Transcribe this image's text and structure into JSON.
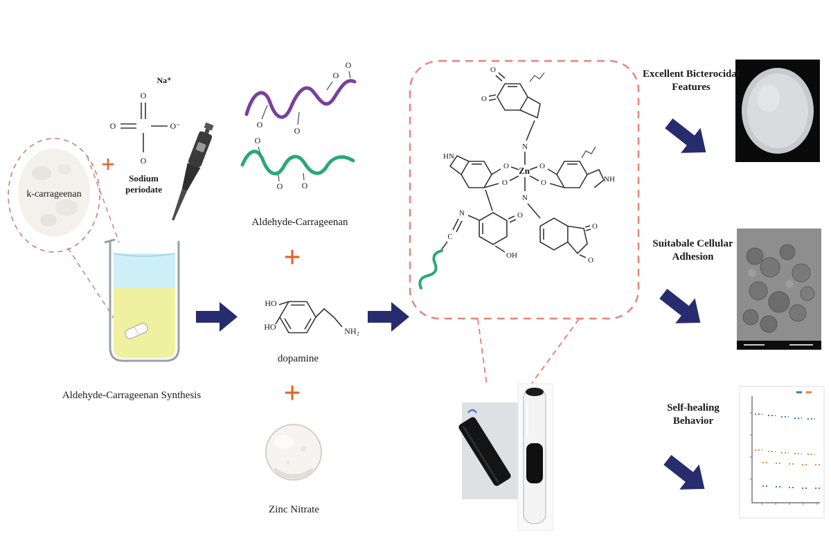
{
  "atoms": {
    "o": "O",
    "o_minus": "O⁻",
    "na": "Na⁺",
    "ho": "HO",
    "nh2": "NH₂",
    "n": "N",
    "hn": "HN",
    "nh": "NH",
    "oh": "OH",
    "c": "C",
    "zn": "Zn"
  },
  "labels": {
    "k_carrageenan": "k-carrageenan",
    "plus": "+",
    "sodium_periodate_line1": "Sodium",
    "sodium_periodate_line2": "periodate",
    "synthesis": "Aldehyde-Carrageenan Synthesis",
    "aldehyde_carrageenan": "Aldehyde-Carrageenan",
    "dopamine": "dopamine",
    "zinc_nitrate": "Zinc Nitrate"
  },
  "outcomes": [
    {
      "line1": "Excellent Bicterocidal",
      "line2": "Features"
    },
    {
      "line1": "Suitabale Cellular",
      "line2": "Adhesion"
    },
    {
      "line1": "Self-healing",
      "line2": "Behavior"
    }
  ],
  "colors": {
    "arrow": "#272c6e",
    "plus": "#e2622b",
    "dashed_outline": "#e8837a",
    "powder_outline": "#c98b80",
    "purple_chain": "#7a3f9c",
    "green_chain": "#2aa876",
    "liquid_top": "#cdeff8",
    "liquid_bottom": "#eff1a0",
    "graph_blue": "#3a7bbf",
    "graph_orange": "#e58a3a"
  }
}
